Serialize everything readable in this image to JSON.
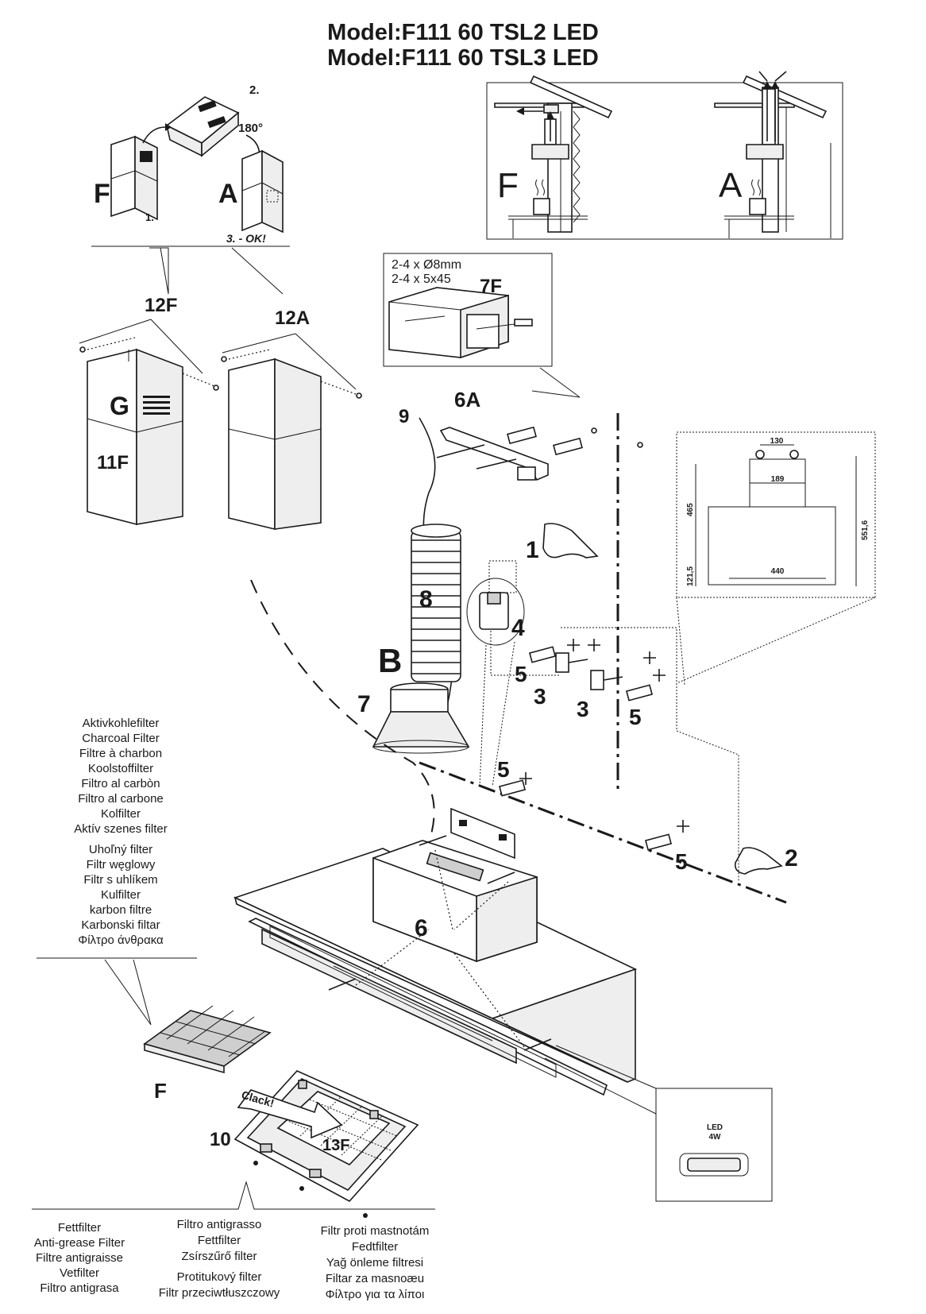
{
  "title": {
    "line1": "Model:F111 60 TSL2 LED",
    "line2": "Model:F111 60 TSL3 LED"
  },
  "steps": {
    "s1": "1.",
    "s2": "2.",
    "s3": "3. - OK!",
    "angle": "180°"
  },
  "modes": {
    "filter": "F",
    "extraction": "A"
  },
  "parts": {
    "p12F": "12F",
    "p12A": "12A",
    "pG": "G",
    "p11F": "11F",
    "p9": "9",
    "p6A": "6A",
    "p7F": "7F",
    "p8": "8",
    "pB": "B",
    "p7": "7",
    "p1": "1",
    "p2": "2",
    "p3a": "3",
    "p3b": "3",
    "p4": "4",
    "p5a": "5",
    "p5b": "5",
    "p5c": "5",
    "p5d": "5",
    "p6": "6",
    "pF": "F",
    "p10": "10",
    "p13F": "13F",
    "clack": "Clack!"
  },
  "fixings": {
    "line1": "2-4 x Ø8mm",
    "line2": "2-4 x 5x45"
  },
  "dimensions": {
    "d130": "130",
    "d189": "189",
    "d465": "465",
    "d551": "551,6",
    "d121": "121,5",
    "d440": "440"
  },
  "led": {
    "line1": "LED",
    "line2": "4W"
  },
  "charcoal_filter_labels": [
    "Aktivkohlefilter",
    "Charcoal  Filter",
    "Filtre à charbon",
    "Koolstoffilter",
    "Filtro  al  carbòn",
    "Filtro al carbone",
    "Kolfilter",
    "Aktív szenes filter",
    "Uhoľný  filter",
    "Filtr  węglowy",
    "Filtr s uhlíkem",
    "Kulfilter",
    "karbon filtre",
    "Karbonski  filtar",
    "Φίλτρο  άνθρακα"
  ],
  "grease_filter_labels": {
    "col1": [
      "Fettfilter",
      "Anti-grease  Filter",
      "Filtre  antigraisse",
      "Vetfilter",
      "Filtro  antigrasa"
    ],
    "col2": [
      "Filtro  antigrasso",
      "Fettfilter",
      "Zsírszűrő  filter",
      "Protitukový  filter",
      "Filtr  przeciwtłuszczowy"
    ],
    "col3": [
      "Filtr  proti  mastnotám",
      "Fedtfilter",
      "Yağ  önleme  filtresi",
      "Filtar  za  masnoæu",
      "Φίλτρο  για  τα  λίποι"
    ]
  }
}
